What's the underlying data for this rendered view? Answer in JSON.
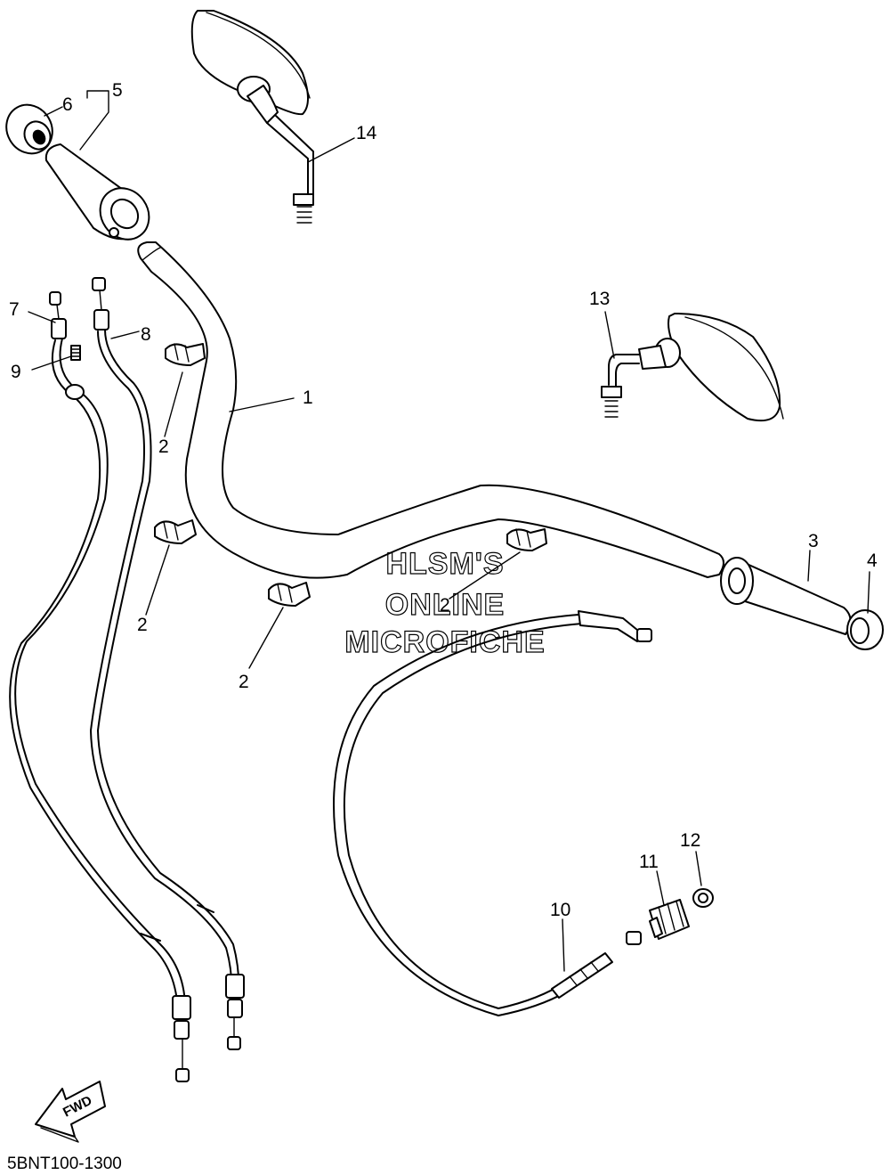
{
  "diagram": {
    "callouts": {
      "c1": "1",
      "c2a": "2",
      "c2b": "2",
      "c2c": "2",
      "c2d": "2",
      "c3": "3",
      "c4": "4",
      "c5": "5",
      "c6": "6",
      "c7": "7",
      "c8": "8",
      "c9": "9",
      "c10": "10",
      "c11": "11",
      "c12": "12",
      "c13": "13",
      "c14": "14"
    },
    "watermark": {
      "line1": "HLSM'S",
      "line2": "ONLINE",
      "line3": "MICROFICHE"
    },
    "direction_marker": "FWD",
    "diagram_code": "5BNT100-1300"
  }
}
